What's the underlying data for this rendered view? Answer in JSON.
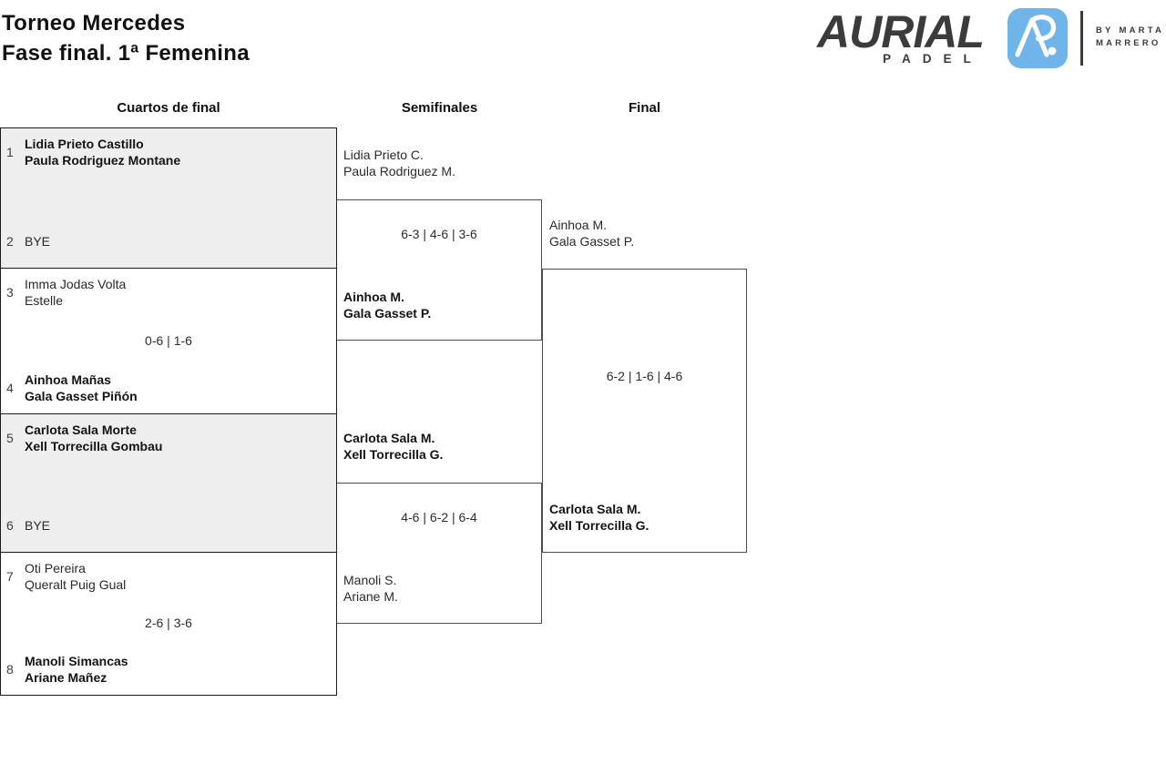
{
  "header": {
    "title_line1": "Torneo Mercedes",
    "title_line2": "Fase final. 1ª Femenina"
  },
  "logo": {
    "brand": "AURIAL",
    "brand_sub": "PADEL",
    "monogram_icon": "aurial-a-mark-icon",
    "icon_bg_color": "#6fb5ea",
    "by_prefix": "BY",
    "by_name_line1": "MARTA",
    "by_name_line2": "MARRERO"
  },
  "bracket": {
    "round_headers": [
      "Cuartos de final",
      "Semifinales",
      "Final"
    ],
    "colors": {
      "shaded_box": "#eeeeee",
      "qf_border": "#1c1c1c",
      "connector_border": "#4d4d4d"
    },
    "quarterfinals": [
      {
        "seed_a": "1",
        "team_a": [
          "Lidia Prieto Castillo",
          "Paula Rodriguez Montane"
        ],
        "team_a_bold": true,
        "seed_b": "2",
        "team_b": [
          "BYE"
        ],
        "team_b_bold": false,
        "score": "",
        "shaded": true
      },
      {
        "seed_a": "3",
        "team_a": [
          "Imma Jodas Volta",
          "Estelle"
        ],
        "team_a_bold": false,
        "seed_b": "4",
        "team_b": [
          "Ainhoa Mañas",
          "Gala Gasset Piñón"
        ],
        "team_b_bold": true,
        "score": "0-6 | 1-6",
        "shaded": false
      },
      {
        "seed_a": "5",
        "team_a": [
          "Carlota Sala Morte",
          "Xell Torrecilla Gombau"
        ],
        "team_a_bold": true,
        "seed_b": "6",
        "team_b": [
          "BYE"
        ],
        "team_b_bold": false,
        "score": "",
        "shaded": true
      },
      {
        "seed_a": "7",
        "team_a": [
          "Oti Pereira",
          "Queralt Puig Gual"
        ],
        "team_a_bold": false,
        "seed_b": "8",
        "team_b": [
          "Manoli Simancas",
          "Ariane Mañez"
        ],
        "team_b_bold": true,
        "score": "2-6 | 3-6",
        "shaded": false
      }
    ],
    "semifinals": [
      {
        "team_a": [
          "Lidia Prieto C.",
          "Paula Rodriguez M."
        ],
        "team_a_bold": false,
        "score": "6-3 | 4-6 | 3-6",
        "team_b": [
          "Ainhoa M.",
          "Gala Gasset P."
        ],
        "team_b_bold": true
      },
      {
        "team_a": [
          "Carlota Sala M.",
          "Xell Torrecilla G."
        ],
        "team_a_bold": true,
        "score": "4-6 | 6-2 | 6-4",
        "team_b": [
          "Manoli S.",
          "Ariane M."
        ],
        "team_b_bold": false
      }
    ],
    "final": {
      "team_a": [
        "Ainhoa M.",
        "Gala Gasset P."
      ],
      "team_a_bold": false,
      "score": "6-2 | 1-6 | 4-6",
      "team_b": [
        "Carlota Sala M.",
        "Xell Torrecilla G."
      ],
      "team_b_bold": true
    }
  }
}
